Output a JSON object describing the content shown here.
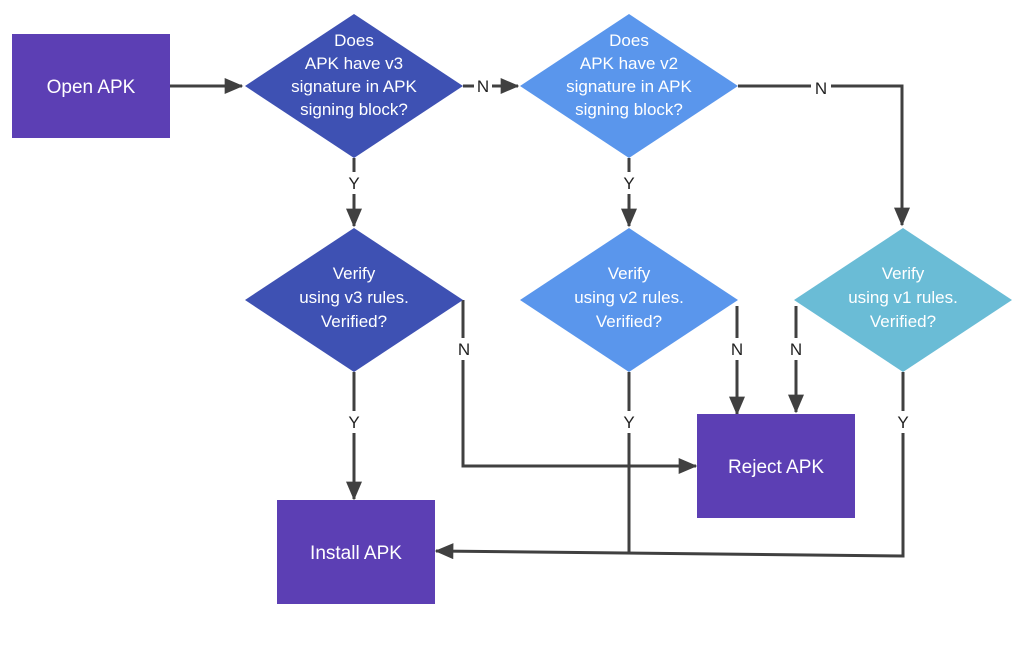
{
  "colors": {
    "process_box": "#5c3fb4",
    "v3_diamond": "#3e51b3",
    "v2_diamond": "#5a96ec",
    "v1_diamond": "#6abcd6",
    "connector": "#404040",
    "label_text": "#222222"
  },
  "nodes": {
    "open": {
      "lines": [
        "Open APK"
      ]
    },
    "q_v3": {
      "lines": [
        "Does",
        "APK have v3",
        "signature in APK",
        "signing block?"
      ]
    },
    "q_v2": {
      "lines": [
        "Does",
        "APK have v2",
        "signature in APK",
        "signing block?"
      ]
    },
    "verify_v3": {
      "lines": [
        "Verify",
        "using v3 rules.",
        "Verified?"
      ]
    },
    "verify_v2": {
      "lines": [
        "Verify",
        "using v2 rules.",
        "Verified?"
      ]
    },
    "verify_v1": {
      "lines": [
        "Verify",
        "using v1 rules.",
        "Verified?"
      ]
    },
    "reject": {
      "lines": [
        "Reject APK"
      ]
    },
    "install": {
      "lines": [
        "Install APK"
      ]
    }
  },
  "edge_labels": {
    "v3_no": "N",
    "v2_no": "N",
    "v3_yes": "Y",
    "v2_yes": "Y",
    "verify_v3_no": "N",
    "verify_v2_no": "N",
    "verify_v1_no": "N",
    "verify_v3_yes": "Y",
    "verify_v2_yes": "Y",
    "verify_v1_yes": "Y"
  }
}
